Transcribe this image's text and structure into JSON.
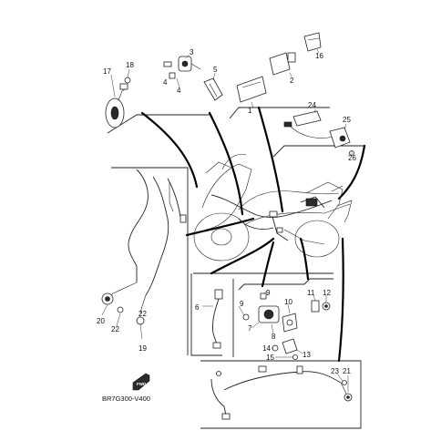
{
  "diagram_code": "BR7G300-V400",
  "fwd_label": "FWD",
  "callouts": {
    "c1": "1",
    "c2": "2",
    "c3": "3",
    "c4a": "4",
    "c4b": "4",
    "c5": "5",
    "c6": "6",
    "c7": "7",
    "c8": "8",
    "c9a": "9",
    "c9b": "9",
    "c10": "10",
    "c11": "11",
    "c12": "12",
    "c13": "13",
    "c14": "14",
    "c15": "15",
    "c16": "16",
    "c17": "17",
    "c18": "18",
    "c19": "19",
    "c20": "20",
    "c21": "21",
    "c22a": "22",
    "c22b": "22",
    "c23": "23",
    "c24": "24",
    "c25": "25",
    "c26": "26"
  }
}
